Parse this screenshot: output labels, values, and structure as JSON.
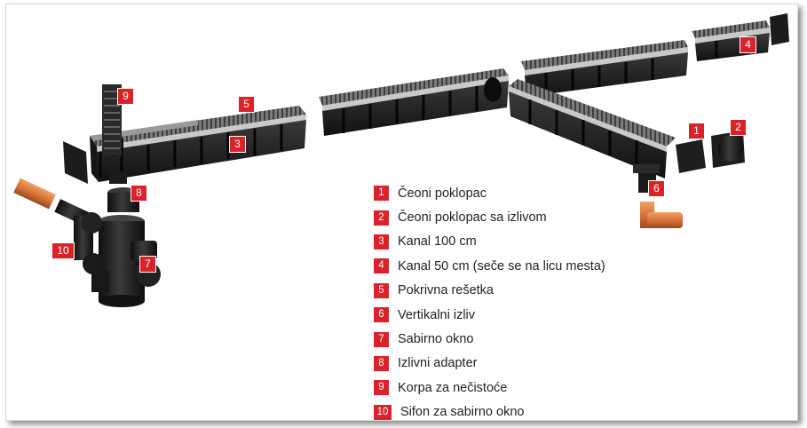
{
  "colors": {
    "accent_red": "#d8232a",
    "plastic": "#1f1f1f",
    "grate": "#6f6f6f",
    "pipe_orange": "#d8743a"
  },
  "legend": [
    {
      "num": "1",
      "text": "Čeoni poklopac"
    },
    {
      "num": "2",
      "text": "Čeoni poklopac sa izlivom"
    },
    {
      "num": "3",
      "text": "Kanal 100 cm"
    },
    {
      "num": "4",
      "text": "Kanal 50 cm (seče se na licu mesta)"
    },
    {
      "num": "5",
      "text": "Pokrivna rešetka"
    },
    {
      "num": "6",
      "text": "Vertikalni izliv"
    },
    {
      "num": "7",
      "text": "Sabirno okno"
    },
    {
      "num": "8",
      "text": "Izlivni adapter"
    },
    {
      "num": "9",
      "text": "Korpa za nečistoće"
    },
    {
      "num": "10",
      "text": "Sifon za sabirno okno"
    }
  ],
  "callouts": [
    "1",
    "2",
    "3",
    "4",
    "5",
    "6",
    "7",
    "8",
    "9",
    "10"
  ]
}
